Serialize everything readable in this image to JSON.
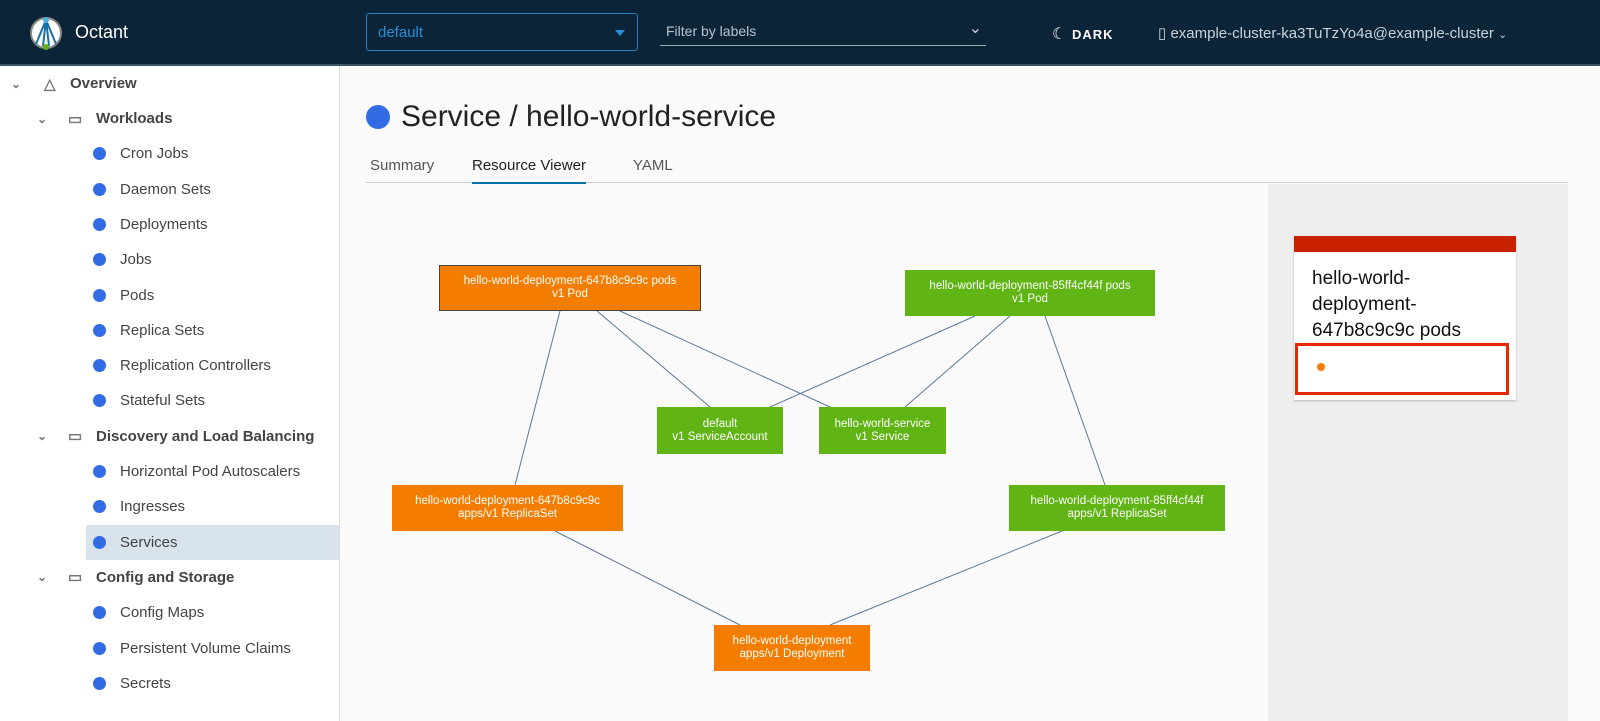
{
  "header": {
    "brand": "Octant",
    "namespace": "default",
    "filter_placeholder": "Filter by labels",
    "theme_label": "DARK",
    "cluster": "example-cluster-ka3TuTzYo4a@example-cluster"
  },
  "sidebar": {
    "overview": "Overview",
    "groups": [
      {
        "label": "Workloads",
        "items": [
          "Cron Jobs",
          "Daemon Sets",
          "Deployments",
          "Jobs",
          "Pods",
          "Replica Sets",
          "Replication Controllers",
          "Stateful Sets"
        ]
      },
      {
        "label": "Discovery and Load Balancing",
        "items": [
          "Horizontal Pod Autoscalers",
          "Ingresses",
          "Services"
        ]
      },
      {
        "label": "Config and Storage",
        "items": [
          "Config Maps",
          "Persistent Volume Claims",
          "Secrets"
        ]
      }
    ],
    "selected": "Services"
  },
  "page": {
    "title": "Service / hello-world-service",
    "tabs": [
      "Summary",
      "Resource Viewer",
      "YAML"
    ],
    "active_tab": "Resource Viewer"
  },
  "graph": {
    "nodes": [
      {
        "id": "pod1",
        "name": "hello-world-deployment-647b8c9c9c pods",
        "kind": "v1 Pod",
        "status": "warning",
        "color": "#f47d00"
      },
      {
        "id": "pod2",
        "name": "hello-world-deployment-85ff4cf44f pods",
        "kind": "v1 Pod",
        "status": "ok",
        "color": "#60b515"
      },
      {
        "id": "sa",
        "name": "default",
        "kind": "v1 ServiceAccount",
        "status": "ok",
        "color": "#60b515"
      },
      {
        "id": "svc",
        "name": "hello-world-service",
        "kind": "v1 Service",
        "status": "ok",
        "color": "#60b515"
      },
      {
        "id": "rs1",
        "name": "hello-world-deployment-647b8c9c9c",
        "kind": "apps/v1 ReplicaSet",
        "status": "warning",
        "color": "#f47d00"
      },
      {
        "id": "rs2",
        "name": "hello-world-deployment-85ff4cf44f",
        "kind": "apps/v1 ReplicaSet",
        "status": "ok",
        "color": "#60b515"
      },
      {
        "id": "dep",
        "name": "hello-world-deployment",
        "kind": "apps/v1 Deployment",
        "status": "warning",
        "color": "#f47d00"
      }
    ],
    "edges": [
      [
        "pod1",
        "rs1"
      ],
      [
        "pod1",
        "sa"
      ],
      [
        "pod1",
        "svc"
      ],
      [
        "pod2",
        "sa"
      ],
      [
        "pod2",
        "svc"
      ],
      [
        "pod2",
        "rs2"
      ],
      [
        "rs1",
        "dep"
      ],
      [
        "rs2",
        "dep"
      ]
    ]
  },
  "detail": {
    "title": "hello-world-deployment-647b8c9c9c pods",
    "status_color": "#f47d00"
  }
}
